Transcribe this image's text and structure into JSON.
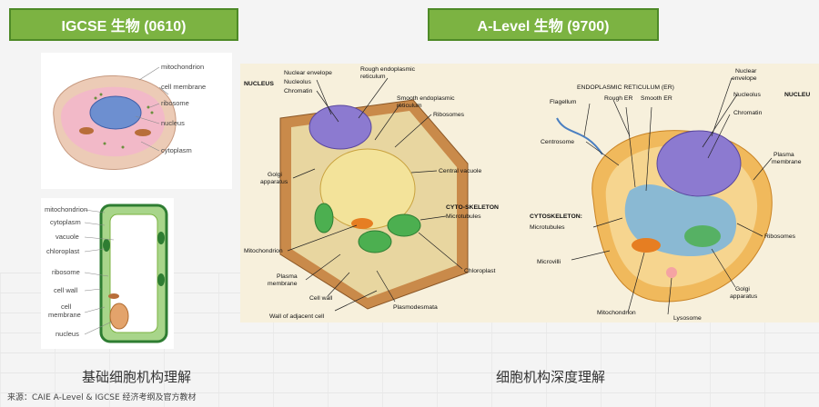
{
  "header": {
    "left_title": "IGCSE 生物 (0610)",
    "right_title": "A-Level 生物 (9700)"
  },
  "igcse_animal": {
    "labels": [
      "mitochondrion",
      "cell membrane",
      "ribosome",
      "nucleus",
      "cytoplasm"
    ]
  },
  "igcse_plant": {
    "labels": [
      "mitochondrion",
      "cytoplasm",
      "vacuole",
      "chloroplast",
      "ribosome",
      "cell wall",
      "cell",
      "membrane",
      "nucleus"
    ]
  },
  "alevel_plant": {
    "labels": {
      "nucleus": "NUCLEUS",
      "nuclear_envelope": "Nuclear envelope",
      "nucleolus": "Nucleolus",
      "chromatin": "Chromatin",
      "rough_er_1": "Rough endoplasmic",
      "rough_er_2": "reticulum",
      "smooth_er_1": "Smooth endoplasmic",
      "smooth_er_2": "reticulum",
      "ribosomes": "Ribosomes",
      "golgi_1": "Golgi",
      "golgi_2": "apparatus",
      "central_vacuole": "Central vacuole",
      "cytoskeleton": "CYTO-SKELETON",
      "microtubules": "Microtubules",
      "mitochondrion": "Mitochondrion",
      "plasma_1": "Plasma",
      "plasma_2": "membrane",
      "chloroplast": "Chloroplast",
      "cell_wall": "Cell wall",
      "plasmodesmata": "Plasmodesmata",
      "wall_adjacent": "Wall of adjacent cell"
    }
  },
  "alevel_animal": {
    "labels": {
      "er": "ENDOPLASMIC RETICULUM (ER)",
      "rough_er": "Rough ER",
      "smooth_er": "Smooth ER",
      "flagellum": "Flagellum",
      "nuclear_env_1": "Nuclear",
      "nuclear_env_2": "envelope",
      "nucleolus": "Nucleolus",
      "nucleus": "NUCLEU",
      "chromatin": "Chromatin",
      "centrosome": "Centrosome",
      "plasma_1": "Plasma",
      "plasma_2": "membrane",
      "cytoskeleton": "CYTOSKELETON:",
      "microtubules": "Microtubules",
      "ribosomes": "Ribosomes",
      "microvilli": "Microvilli",
      "golgi_1": "Golgi",
      "golgi_2": "apparatus",
      "mitochondrion": "Mitochondrion",
      "lysosome": "Lysosome"
    }
  },
  "captions": {
    "left": "基础细胞机构理解",
    "right": "细胞机构深度理解"
  },
  "source": "来源：CAIE A-Level & IGCSE 经济考纲及官方教材"
}
